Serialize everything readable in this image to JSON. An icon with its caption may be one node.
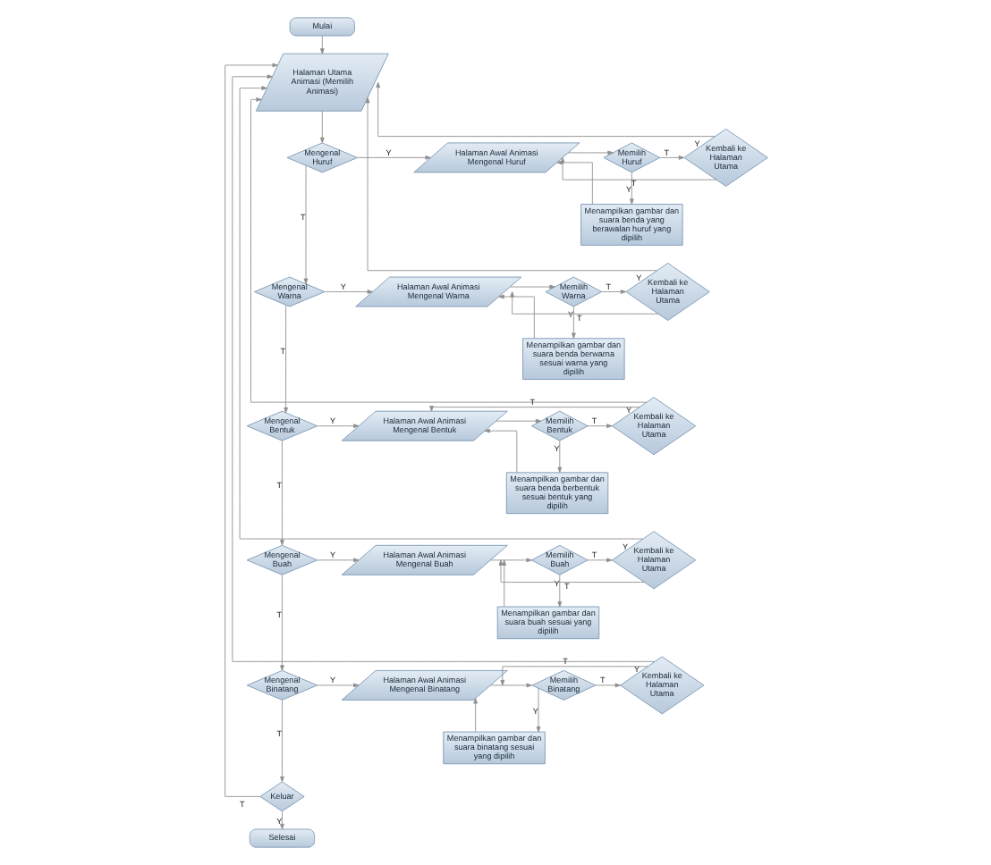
{
  "diagram": {
    "nodes": [
      {
        "text": [
          "Mulai"
        ]
      },
      {
        "text": [
          "Halaman Utama Animasi (Memilih Animasi)"
        ]
      },
      {
        "text": [
          "Mengenal Huruf"
        ]
      },
      {
        "text": [
          "Halaman Awal Animasi Mengenal Huruf"
        ]
      },
      {
        "text": [
          "Memilih Huruf"
        ]
      },
      {
        "text": [
          "Kembali ke Halaman Utama"
        ]
      },
      {
        "text": [
          "Menampilkan gambar dan suara benda yang berawalan huruf yang dipilih"
        ]
      },
      {
        "text": [
          "Mengenal Warna"
        ]
      },
      {
        "text": [
          "Halaman Awal Animasi Mengenal Warna"
        ]
      },
      {
        "text": [
          "Memilih Warna"
        ]
      },
      {
        "text": [
          "Kembali ke Halaman Utama"
        ]
      },
      {
        "text": [
          "Menampilkan gambar dan suara benda berwarna sesuai warna yang dipilih"
        ]
      },
      {
        "text": [
          "Mengenal Bentuk"
        ]
      },
      {
        "text": [
          "Halaman Awal Animasi Mengenal Bentuk"
        ]
      },
      {
        "text": [
          "Memilih Bentuk"
        ]
      },
      {
        "text": [
          "Kembali ke Halaman Utama"
        ]
      },
      {
        "text": [
          "Menampilkan gambar dan suara benda berbentuk sesuai bentuk yang dipilih"
        ]
      },
      {
        "text": [
          "Mengenal Buah"
        ]
      },
      {
        "text": [
          "Halaman Awal Animasi Mengenal Buah"
        ]
      },
      {
        "text": [
          "Memilih Buah"
        ]
      },
      {
        "text": [
          "Kembali ke Halaman Utama"
        ]
      },
      {
        "text": [
          "Menampilkan gambar dan suara buah sesuai yang dipilih"
        ]
      },
      {
        "text": [
          "Mengenal Binatang"
        ]
      },
      {
        "text": [
          "Halaman Awal Animasi Mengenal Binatang"
        ]
      },
      {
        "text": [
          "Memilih Binatang"
        ]
      },
      {
        "text": [
          "Kembali ke Halaman Utama"
        ]
      },
      {
        "text": [
          "Menampilkan gambar dan suara binatang sesuai yang dipilih"
        ]
      },
      {
        "text": [
          "Keluar"
        ]
      },
      {
        "text": [
          "Selesai"
        ]
      }
    ],
    "edges": [
      {
        "from": 0,
        "to": 1,
        "arrow": "to"
      },
      {
        "from": 1,
        "to": 2,
        "arrow": "to"
      },
      {
        "from": 2,
        "to": 3,
        "arrow": "to",
        "label": "Y"
      },
      {
        "from": 2,
        "to": 7,
        "arrow": "to",
        "label": "T"
      },
      {
        "from": 3,
        "to": 4,
        "arrow": "to"
      },
      {
        "from": 4,
        "to": 6,
        "arrow": "to",
        "label": "Y"
      },
      {
        "from": 4,
        "to": 5,
        "arrow": "to",
        "label": "T"
      },
      {
        "from": 5,
        "to": 1,
        "arrow": "to",
        "label": "Y"
      },
      {
        "from": 5,
        "to": 3,
        "arrow": "to",
        "label": "T"
      },
      {
        "from": 6,
        "to": 3,
        "arrow": "to"
      },
      {
        "from": 7,
        "to": 8,
        "arrow": "to",
        "label": "Y"
      },
      {
        "from": 7,
        "to": 12,
        "arrow": "to",
        "label": "T"
      },
      {
        "from": 8,
        "to": 9,
        "arrow": "to"
      },
      {
        "from": 9,
        "to": 11,
        "arrow": "to",
        "label": "Y"
      },
      {
        "from": 9,
        "to": 10,
        "arrow": "to",
        "label": "T"
      },
      {
        "from": 10,
        "to": 1,
        "arrow": "to",
        "label": "Y"
      },
      {
        "from": 10,
        "to": 8,
        "arrow": "to",
        "label": "T"
      },
      {
        "from": 11,
        "to": 8,
        "arrow": "to"
      },
      {
        "from": 12,
        "to": 13,
        "arrow": "to",
        "label": "Y"
      },
      {
        "from": 12,
        "to": 17,
        "arrow": "to",
        "label": "T"
      },
      {
        "from": 13,
        "to": 14,
        "arrow": "to"
      },
      {
        "from": 14,
        "to": 16,
        "arrow": "to",
        "label": "Y"
      },
      {
        "from": 14,
        "to": 15,
        "arrow": "to",
        "label": "T"
      },
      {
        "from": 15,
        "to": 1,
        "arrow": "to",
        "label": "Y"
      },
      {
        "from": 15,
        "to": 13,
        "arrow": "to",
        "label": "T"
      },
      {
        "from": 16,
        "to": 13,
        "arrow": "to"
      },
      {
        "from": 17,
        "to": 18,
        "arrow": "to",
        "label": "Y"
      },
      {
        "from": 17,
        "to": 22,
        "arrow": "to",
        "label": "T"
      },
      {
        "from": 18,
        "to": 19,
        "arrow": "to"
      },
      {
        "from": 19,
        "to": 21,
        "arrow": "to",
        "label": "Y"
      },
      {
        "from": 19,
        "to": 20,
        "arrow": "to",
        "label": "T"
      },
      {
        "from": 20,
        "to": 1,
        "arrow": "to",
        "label": "Y"
      },
      {
        "from": 20,
        "to": 18,
        "arrow": "to",
        "label": "T"
      },
      {
        "from": 21,
        "to": 18,
        "arrow": "to"
      },
      {
        "from": 22,
        "to": 23,
        "arrow": "to",
        "label": "Y"
      },
      {
        "from": 22,
        "to": 27,
        "arrow": "to",
        "label": "T"
      },
      {
        "from": 23,
        "to": 24,
        "arrow": "to"
      },
      {
        "from": 24,
        "to": 26,
        "arrow": "to",
        "label": "Y"
      },
      {
        "from": 24,
        "to": 25,
        "arrow": "to",
        "label": "T"
      },
      {
        "from": 25,
        "to": 1,
        "arrow": "to",
        "label": "Y"
      },
      {
        "from": 25,
        "to": 23,
        "arrow": "to",
        "label": "T"
      },
      {
        "from": 26,
        "to": 23,
        "arrow": "to"
      },
      {
        "from": 27,
        "to": 28,
        "arrow": "to",
        "label": "Y"
      },
      {
        "from": 27,
        "to": 1,
        "arrow": "to",
        "label": "T"
      }
    ]
  }
}
